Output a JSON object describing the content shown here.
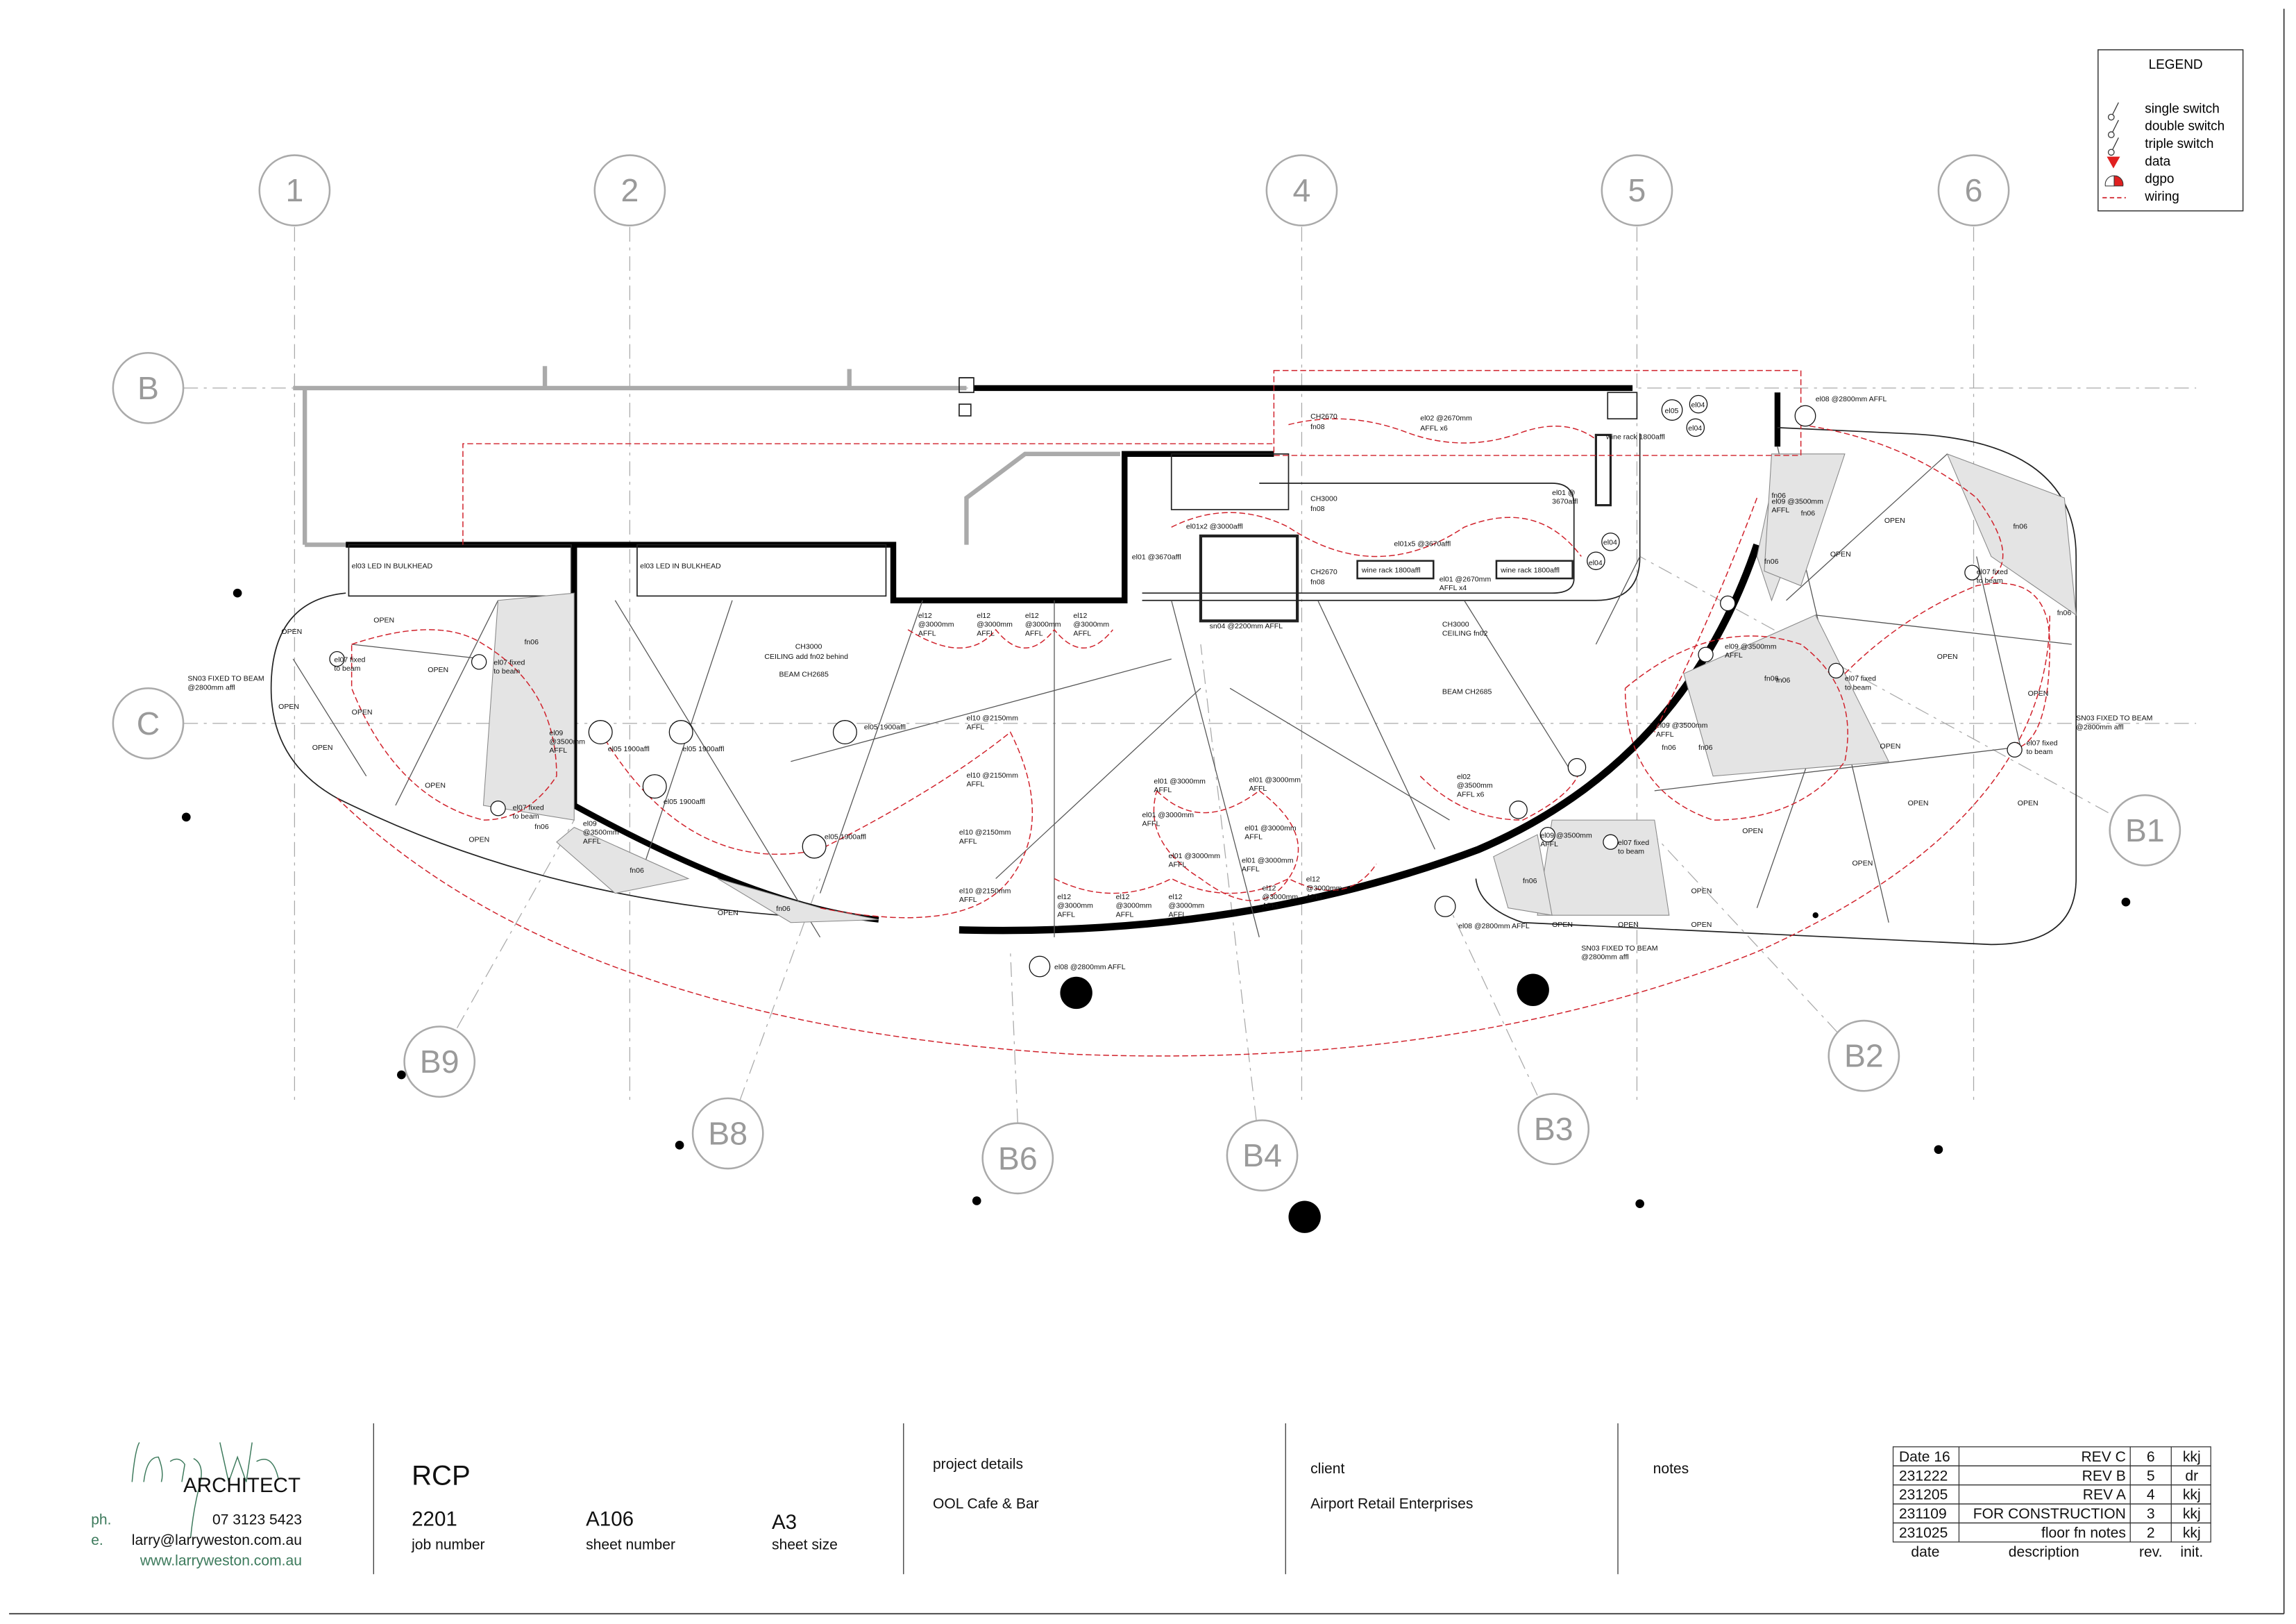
{
  "legend": {
    "title": "LEGEND",
    "items": [
      {
        "icon": "single-switch-icon",
        "label": "single switch"
      },
      {
        "icon": "double-switch-icon",
        "label": "double switch"
      },
      {
        "icon": "triple-switch-icon",
        "label": "triple switch"
      },
      {
        "icon": "data-icon",
        "label": "data"
      },
      {
        "icon": "dgpo-icon",
        "label": "dgpo"
      },
      {
        "icon": "wiring-icon",
        "label": "wiring"
      }
    ],
    "colors": {
      "wiring": "#d0202a",
      "data": "#e02020"
    }
  },
  "grid": {
    "columns": [
      "1",
      "2",
      "4",
      "5",
      "6"
    ],
    "rows": [
      "B",
      "C"
    ],
    "beams": [
      "B1",
      "B2",
      "B3",
      "B4",
      "B6",
      "B8",
      "B9"
    ]
  },
  "annotations": [
    "el03 LED IN BULKHEAD",
    "el03 LED IN BULKHEAD",
    "el12",
    "@3000mm",
    "AFFL",
    "el12",
    "@3000mm",
    "AFFL",
    "el12",
    "@3000mm",
    "AFFL",
    "el12",
    "@3000mm",
    "AFFL",
    "CH3000",
    "CEILING add fn02 behind",
    "BEAM CH2685",
    "el05 1900affl",
    "el05 1900affl",
    "el05 1900affl",
    "el05 1900affl",
    "el05 1900affl",
    "el10 @2150mm",
    "AFFL",
    "el10 @2150mm",
    "AFFL",
    "el10 @2150mm",
    "AFFL",
    "el10 @2150mm",
    "AFFL",
    "CH2670",
    "fn08",
    "el02 @2670mm",
    "AFFL x6",
    "CH3000",
    "fn08",
    "el01x2 @3000affl",
    "el01 @3670affl",
    "el01x5 @3670affl",
    "wine rack 1800affl",
    "wine rack 1800affl",
    "el01 @2670mm",
    "AFFL x4",
    "CH2670",
    "fn08",
    "el01 @",
    "3670affl",
    "wine rack 1800affl",
    "el04",
    "el04",
    "el04",
    "el04",
    "el05",
    "sn04 @2200mm AFFL",
    "CH3000",
    "CEILING fn02",
    "BEAM CH2685",
    "el01 @3000mm",
    "AFFL",
    "el01 @3000mm",
    "AFFL",
    "el01 @3000mm",
    "AFFL",
    "el01 @3000mm",
    "AFFL",
    "el01 @3000mm",
    "AFFL",
    "el01 @3000mm",
    "AFFL",
    "el12",
    "@3000mm",
    "AFFL",
    "el12",
    "@3000mm",
    "AFFL",
    "el12",
    "@3000mm",
    "AFFL",
    "el12",
    "@3000mm",
    "AFFL",
    "el12",
    "@3000mm",
    "AFFL",
    "el02",
    "@3500mm",
    "AFFL x6",
    "el08 @2800mm AFFL",
    "el08 @2800mm AFFL",
    "el08 @2800mm AFFL",
    "SN03 FIXED TO BEAM",
    "@2800mm affl",
    "SN03 FIXED TO BEAM",
    "@2800mm affl",
    "SN03 FIXED TO BEAM",
    "@2800mm affl",
    "el07 fixed",
    "to beam",
    "el07 fixed",
    "to beam",
    "el07 fixed",
    "to beam",
    "el07 fixed",
    "to beam",
    "el07 fixed",
    "to beam",
    "el07 fixed",
    "to beam",
    "el07 fixed",
    "to beam",
    "el09",
    "@3500mm",
    "AFFL",
    "el09",
    "@3500mm",
    "AFFL",
    "el09 @3500mm",
    "AFFL",
    "el09 @3500mm",
    "AFFL",
    "el09 @3500mm",
    "AFFL",
    "el09 @3500mm",
    "AFFL",
    "OPEN",
    "OPEN",
    "OPEN",
    "OPEN",
    "OPEN",
    "OPEN",
    "OPEN",
    "OPEN",
    "OPEN",
    "OPEN",
    "OPEN",
    "OPEN",
    "OPEN",
    "OPEN",
    "OPEN",
    "OPEN",
    "OPEN",
    "OPEN",
    "OPEN",
    "OPEN",
    "OPEN",
    "OPEN",
    "fn06",
    "fn06",
    "fn06",
    "fn06",
    "fn06",
    "fn06",
    "fn06",
    "fn06",
    "fn06",
    "fn06",
    "fn06",
    "fn06",
    "fn06",
    "fn06"
  ],
  "title_block": {
    "firm": {
      "signature": "larry weston",
      "name": "ARCHITECT",
      "phone_label": "ph.",
      "phone": "07 3123 5423",
      "email_label": "e.",
      "email": "larry@larryweston.com.au",
      "website": "www.larryweston.com.au",
      "accent": "#3d7a5c"
    },
    "drawing_title": "RCP",
    "job_number": "2201",
    "job_number_label": "job number",
    "sheet_number": "A106",
    "sheet_number_label": "sheet number",
    "sheet_size": "A3",
    "sheet_size_label": "sheet size",
    "project_label": "project details",
    "project": "OOL Cafe & Bar",
    "client_label": "client",
    "client": "Airport Retail Enterprises",
    "notes_label": "notes",
    "revisions": {
      "headers": [
        "date",
        "description",
        "rev.",
        "init."
      ],
      "rows": [
        [
          "Date 16",
          "REV C",
          "6",
          "kkj"
        ],
        [
          "231222",
          "REV B",
          "5",
          "dr"
        ],
        [
          "231205",
          "REV A",
          "4",
          "kkj"
        ],
        [
          "231109",
          "FOR CONSTRUCTION",
          "3",
          "kkj"
        ],
        [
          "231025",
          "floor fn notes",
          "2",
          "kkj"
        ]
      ]
    }
  }
}
